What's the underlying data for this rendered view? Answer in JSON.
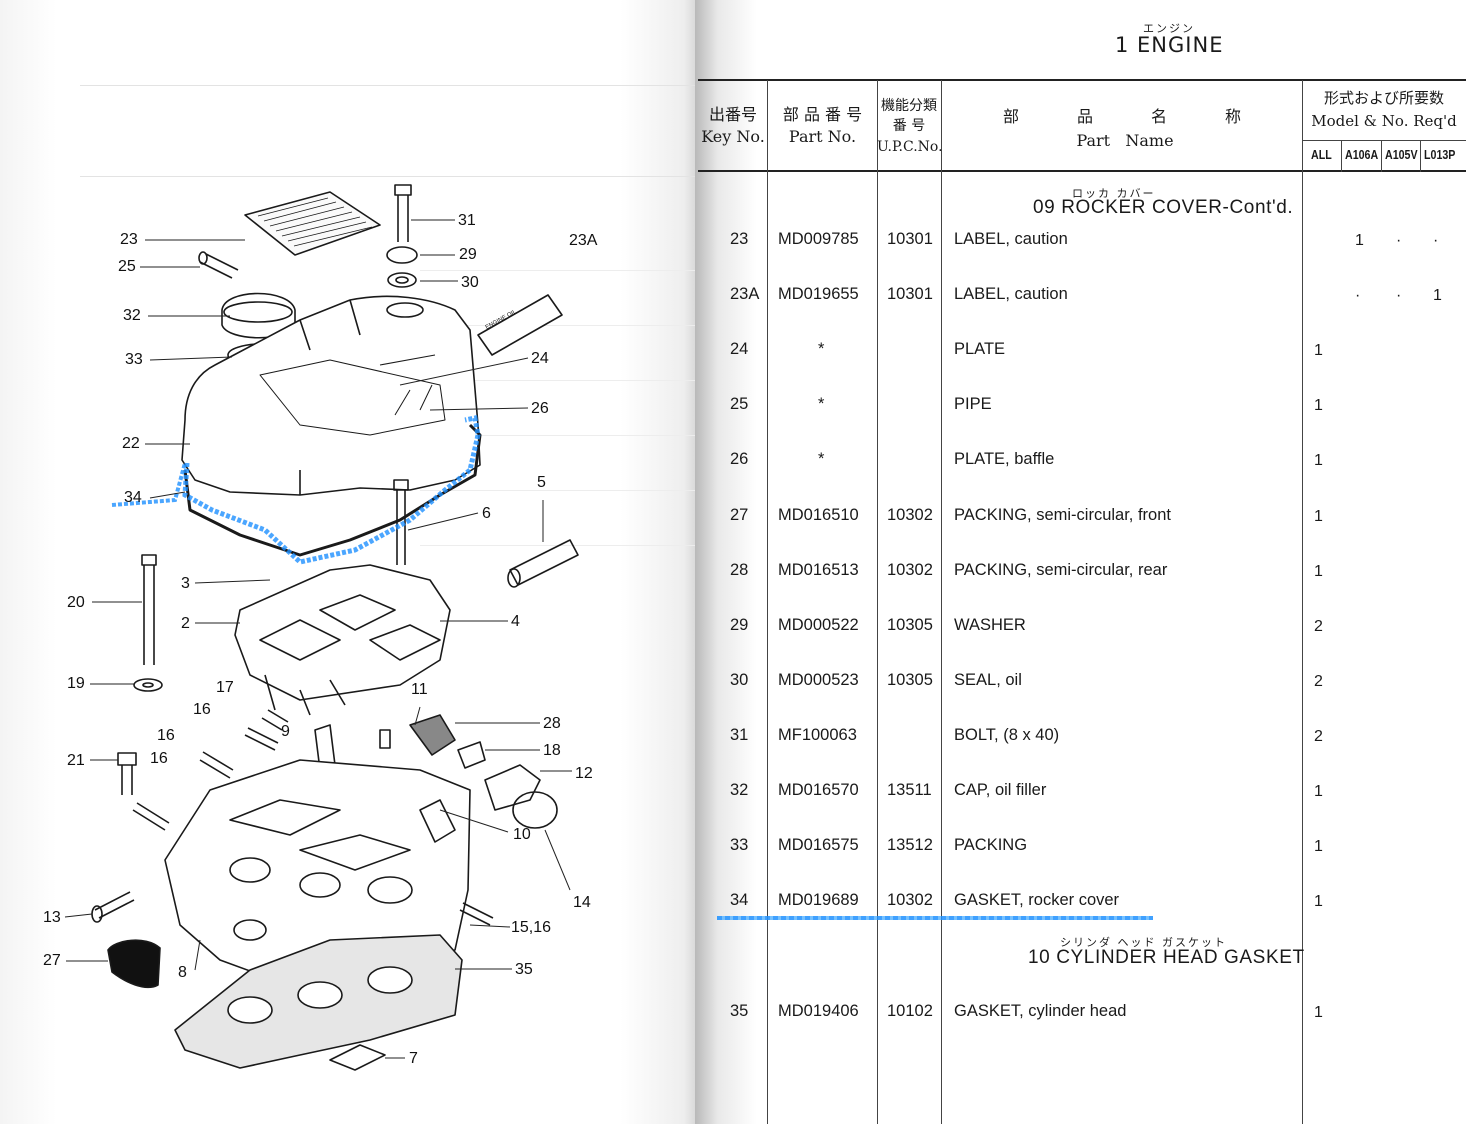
{
  "page_header": {
    "title_ruby": "エンジン",
    "title": "1  ENGINE"
  },
  "table_header": {
    "key_no_jp": "出番号",
    "key_no": "Key No.",
    "part_no_jp": "部 品 番 号",
    "part_no": "Part No.",
    "upc_jp": "機能分類\n番 号",
    "upc": "U.P.C.No.",
    "name_jp": [
      "部",
      "品",
      "名",
      "称"
    ],
    "name_en": "Part   Name",
    "model_jp": "形式および所要数",
    "model_en": "Model & No. Req'd",
    "models": [
      "ALL",
      "A106A",
      "A105V",
      "L013P"
    ]
  },
  "sections": [
    {
      "ruby": "ロッカ カバー",
      "title": "09  ROCKER COVER-Cont'd.",
      "rows": [
        {
          "key": "23",
          "part": "MD009785",
          "upc": "10301",
          "name": "LABEL,  caution",
          "all": "",
          "a106a": "1",
          "a105v": "·",
          "l013p": "·"
        },
        {
          "key": "23A",
          "part": "MD019655",
          "upc": "10301",
          "name": "LABEL,  caution",
          "all": "",
          "a106a": "·",
          "a105v": "·",
          "l013p": "1"
        },
        {
          "key": "24",
          "part": "*",
          "upc": "",
          "name": "PLATE",
          "all": "1",
          "a106a": "",
          "a105v": "",
          "l013p": ""
        },
        {
          "key": "25",
          "part": "*",
          "upc": "",
          "name": "PIPE",
          "all": "1",
          "a106a": "",
          "a105v": "",
          "l013p": ""
        },
        {
          "key": "26",
          "part": "*",
          "upc": "",
          "name": "PLATE,  baffle",
          "all": "1",
          "a106a": "",
          "a105v": "",
          "l013p": ""
        },
        {
          "key": "27",
          "part": "MD016510",
          "upc": "10302",
          "name": "PACKING,  semi-circular,  front",
          "all": "1",
          "a106a": "",
          "a105v": "",
          "l013p": ""
        },
        {
          "key": "28",
          "part": "MD016513",
          "upc": "10302",
          "name": "PACKING,  semi-circular,  rear",
          "all": "1",
          "a106a": "",
          "a105v": "",
          "l013p": ""
        },
        {
          "key": "29",
          "part": "MD000522",
          "upc": "10305",
          "name": "WASHER",
          "all": "2",
          "a106a": "",
          "a105v": "",
          "l013p": ""
        },
        {
          "key": "30",
          "part": "MD000523",
          "upc": "10305",
          "name": "SEAL,  oil",
          "all": "2",
          "a106a": "",
          "a105v": "",
          "l013p": ""
        },
        {
          "key": "31",
          "part": "MF100063",
          "upc": "",
          "name": "BOLT,  (8  x  40)",
          "all": "2",
          "a106a": "",
          "a105v": "",
          "l013p": ""
        },
        {
          "key": "32",
          "part": "MD016570",
          "upc": "13511",
          "name": "CAP,  oil  filler",
          "all": "1",
          "a106a": "",
          "a105v": "",
          "l013p": ""
        },
        {
          "key": "33",
          "part": "MD016575",
          "upc": "13512",
          "name": "PACKING",
          "all": "1",
          "a106a": "",
          "a105v": "",
          "l013p": ""
        },
        {
          "key": "34",
          "part": "MD019689",
          "upc": "10302",
          "name": "GASKET,  rocker  cover",
          "all": "1",
          "a106a": "",
          "a105v": "",
          "l013p": ""
        }
      ]
    },
    {
      "ruby": "シリンダ ヘッド ガスケット",
      "title": "10  CYLINDER HEAD GASKET",
      "rows": [
        {
          "key": "35",
          "part": "MD019406",
          "upc": "10102",
          "name": "GASKET,  cylinder  head",
          "all": "1",
          "a106a": "",
          "a105v": "",
          "l013p": ""
        }
      ]
    }
  ],
  "diagram_callouts": [
    "23",
    "25",
    "32",
    "33",
    "22",
    "34",
    "20",
    "19",
    "21",
    "13",
    "27",
    "31",
    "29",
    "30",
    "23A",
    "24",
    "26",
    "5",
    "6",
    "3",
    "2",
    "4",
    "17",
    "16",
    "16",
    "16",
    "9",
    "11",
    "28",
    "18",
    "12",
    "10",
    "14",
    "15,16",
    "35",
    "8",
    "7"
  ],
  "label_text": "ENGINE OIL",
  "highlight_color": "#1e90ff"
}
